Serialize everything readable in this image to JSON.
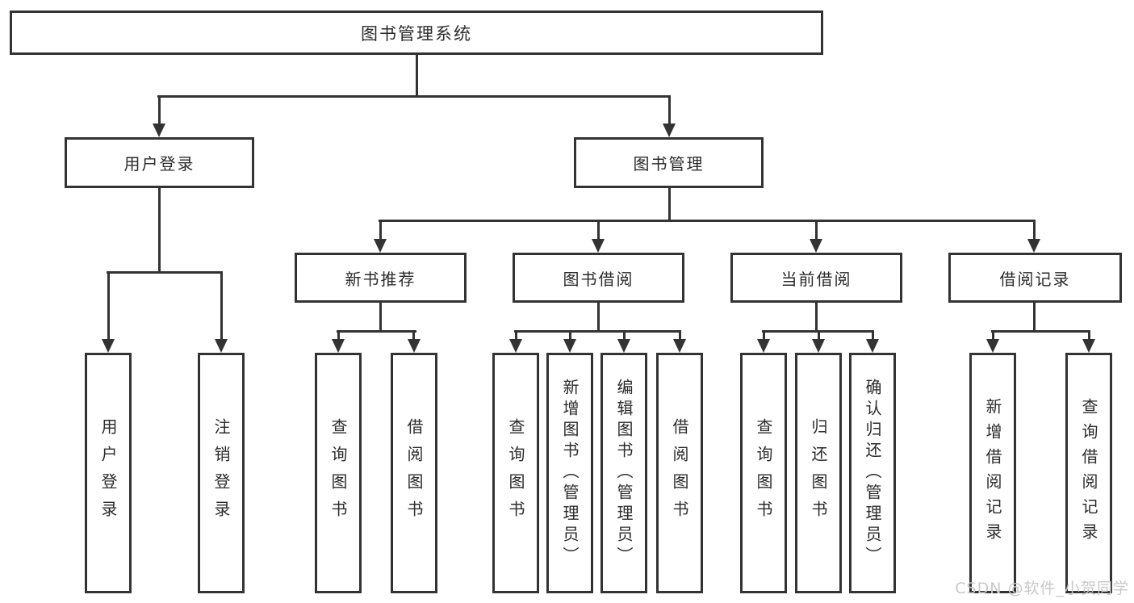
{
  "diagram": {
    "title": "图书管理系统",
    "level2": {
      "user_login": "用户登录",
      "book_mgmt": "图书管理"
    },
    "level3": {
      "new_book": "新书推荐",
      "book_borrow": "图书借阅",
      "current_borrow": "当前借阅",
      "borrow_record": "借阅记录"
    },
    "leaves": {
      "user_login_1": "用户登录",
      "user_login_2": "注销登录",
      "new_book_1": "查询图书",
      "new_book_2": "借阅图书",
      "book_borrow_1": "查询图书",
      "book_borrow_2": "新增图书（管理员）",
      "book_borrow_3": "编辑图书（管理员）",
      "book_borrow_4": "借阅图书",
      "current_borrow_1": "查询图书",
      "current_borrow_2": "归还图书",
      "current_borrow_3": "确认归还（管理员）",
      "borrow_record_1": "新增借阅记录",
      "borrow_record_2": "查询借阅记录"
    }
  },
  "watermark": "CSDN @软件_小贺同学",
  "colors": {
    "line": "#333333",
    "box_border": "#333333",
    "text": "#2b2b2b",
    "watermark": "#c8c8c8",
    "background": "#ffffff"
  }
}
